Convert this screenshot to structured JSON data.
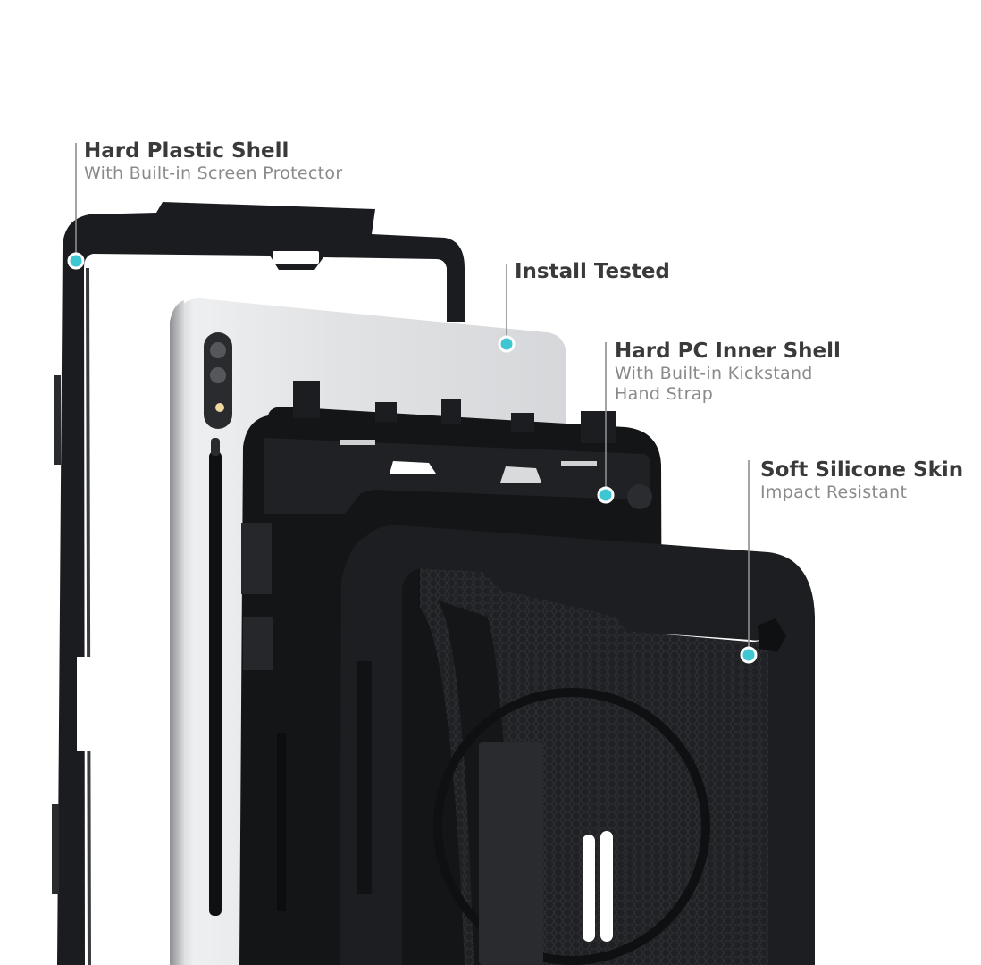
{
  "callouts": [
    {
      "title": "Hard Plastic Shell",
      "subtitle_lines": [
        "With Built-in Screen Protector"
      ]
    },
    {
      "title": "Install Tested",
      "subtitle_lines": []
    },
    {
      "title": "Hard PC Inner Shell",
      "subtitle_lines": [
        "With Built-in Kickstand",
        "Hand Strap"
      ]
    },
    {
      "title": "Soft Silicone Skin",
      "subtitle_lines": [
        "Impact Resistant"
      ]
    }
  ],
  "colors": {
    "marker_dot": "#3ec6d3",
    "leader_line": "#8e8e8e",
    "case_black": "#1a1b1d",
    "tablet_silver": "#cfd1d4"
  }
}
